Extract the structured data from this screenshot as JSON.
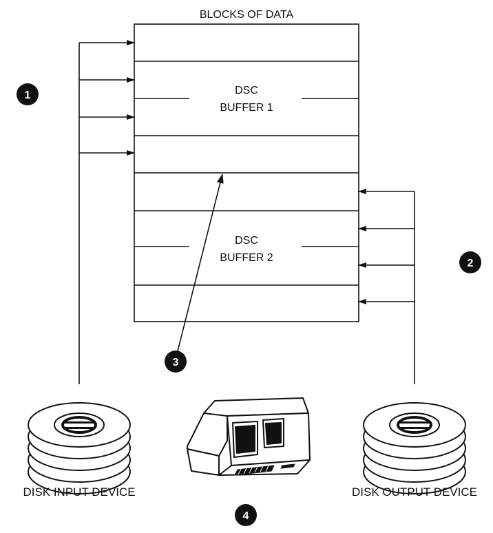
{
  "diagram": {
    "title": "BLOCKS OF DATA",
    "buffers": [
      {
        "line1": "DSC",
        "line2": "BUFFER 1"
      },
      {
        "line1": "DSC",
        "line2": "BUFFER 2"
      }
    ],
    "markers": [
      "1",
      "2",
      "3",
      "4"
    ],
    "devices": {
      "input_label": "DISK INPUT DEVICE",
      "output_label": "DISK OUTPUT DEVICE"
    },
    "icons": {
      "input_disk": "disk-stack-icon",
      "output_disk": "disk-stack-icon",
      "terminal": "computer-terminal-icon"
    },
    "colors": {
      "ink": "#111111",
      "paper": "#ffffff"
    }
  }
}
